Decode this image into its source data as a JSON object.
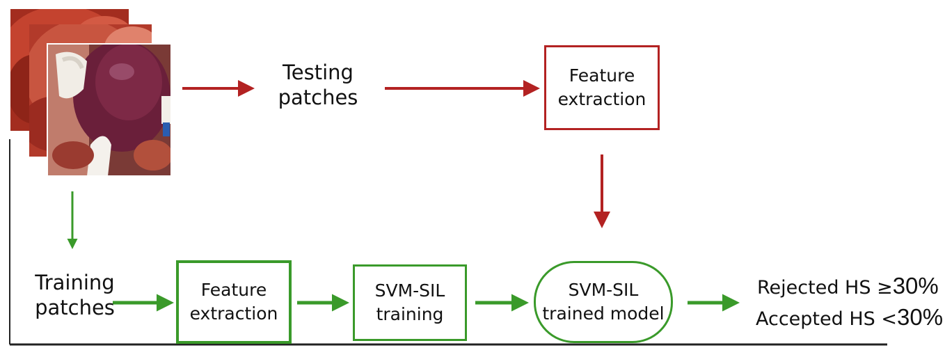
{
  "diagram": {
    "testing": {
      "label_line1": "Testing",
      "label_line2": "patches"
    },
    "feature_top": {
      "line1": "Feature",
      "line2": "extraction"
    },
    "training": {
      "label_line1": "Training",
      "label_line2": "patches"
    },
    "feature_bottom": {
      "line1": "Feature",
      "line2": "extraction"
    },
    "svm_training": {
      "line1": "SVM-SIL",
      "line2": "training"
    },
    "svm_model": {
      "line1": "SVM-SIL",
      "line2": "trained model"
    },
    "results": {
      "rejected_prefix": "Rejected HS ≥",
      "rejected_value": "30%",
      "accepted_prefix": "Accepted HS <",
      "accepted_value": "30%"
    },
    "colors": {
      "test_path": "#b32222",
      "train_path": "#3a9a2a"
    }
  }
}
